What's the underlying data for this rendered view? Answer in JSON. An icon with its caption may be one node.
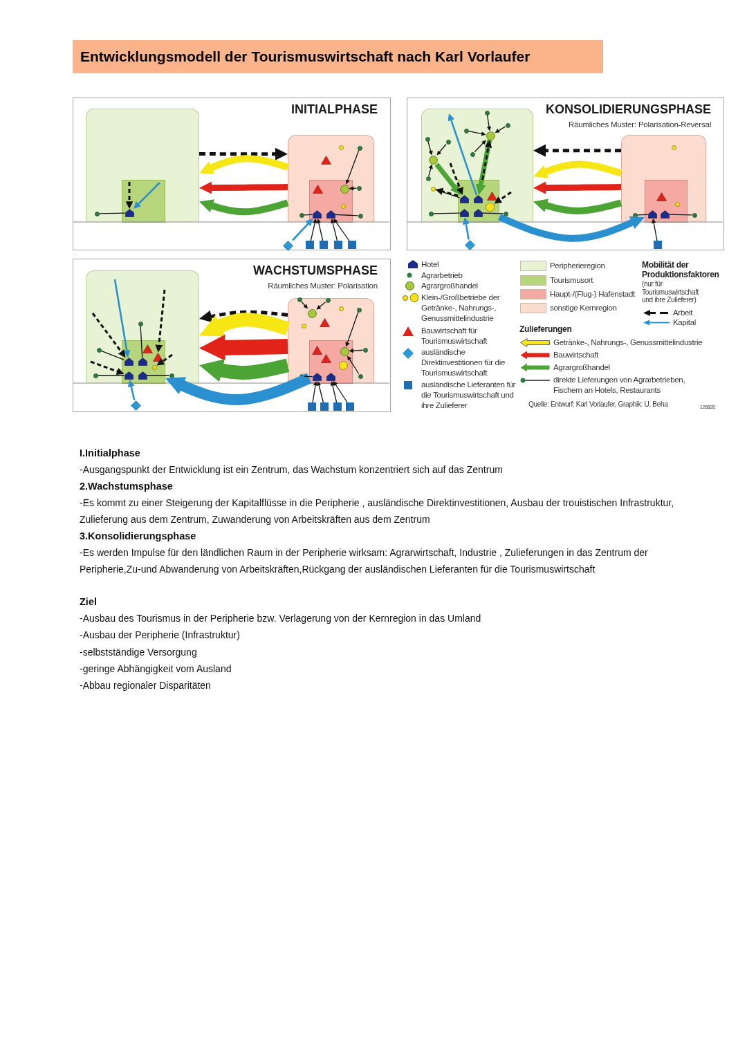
{
  "diagram": {
    "title": "Entwicklungsmodell der Tourismuswirtschaft nach Karl Vorlaufer",
    "nodes": [
      {
        "text": [
          "INITIALPHASE"
        ]
      },
      {
        "text": [],
        "shape": "box",
        "in": 0
      },
      {
        "text": [],
        "shape": "box",
        "in": 1
      },
      {
        "text": [],
        "shape": "box",
        "in": 0
      },
      {
        "text": [],
        "shape": "box",
        "in": 3
      },
      {
        "text": [
          "KONSOLIDIERUNGSPHASE",
          "Räumliches Muster: Polarisation-Reversal"
        ]
      },
      {
        "text": [],
        "shape": "box",
        "in": 5
      },
      {
        "text": [],
        "shape": "box",
        "in": 6
      },
      {
        "text": [],
        "shape": "box",
        "in": 5
      },
      {
        "text": [],
        "shape": "box",
        "in": 8
      },
      {
        "text": [
          "WACHSTUMSPHASE",
          "Räumliches Muster: Polarisation"
        ]
      },
      {
        "text": [],
        "shape": "box",
        "in": 10
      },
      {
        "text": [],
        "shape": "box",
        "in": 11
      },
      {
        "text": [],
        "shape": "box",
        "in": 10
      },
      {
        "text": [],
        "shape": "box",
        "in": 13
      },
      {
        "text": [],
        "shape": "house",
        "in": 2
      },
      {
        "text": [],
        "shape": "circle",
        "in": 1
      },
      {
        "text": [],
        "shape": "triangle",
        "in": 3
      },
      {
        "text": [],
        "shape": "circle",
        "in": 3
      },
      {
        "text": [],
        "shape": "circle",
        "in": 3
      },
      {
        "text": [],
        "shape": "circle",
        "in": 4
      },
      {
        "text": [],
        "shape": "circle",
        "in": 3
      },
      {
        "text": [],
        "shape": "triangle",
        "in": 4
      },
      {
        "text": [],
        "shape": "circle",
        "in": 4
      },
      {
        "text": [],
        "shape": "house",
        "in": 4
      },
      {
        "text": [],
        "shape": "house",
        "in": 4
      },
      {
        "text": [],
        "shape": "circle",
        "in": 3
      },
      {
        "text": [],
        "shape": "circle",
        "in": 3
      },
      {
        "text": [],
        "shape": "diamond",
        "in": 0
      },
      {
        "text": [],
        "shape": "square",
        "in": 0
      },
      {
        "text": [],
        "shape": "square",
        "in": 0
      },
      {
        "text": [],
        "shape": "square",
        "in": 0
      },
      {
        "text": [],
        "shape": "square",
        "in": 0
      },
      {
        "text": [],
        "shape": "house",
        "in": 7
      },
      {
        "text": [],
        "shape": "house",
        "in": 7
      },
      {
        "text": [],
        "shape": "house",
        "in": 7
      },
      {
        "text": [],
        "shape": "house",
        "in": 7
      },
      {
        "text": [],
        "shape": "triangle",
        "in": 7
      },
      {
        "text": [],
        "shape": "circle",
        "in": 7
      },
      {
        "text": [],
        "shape": "circle",
        "in": 6
      },
      {
        "text": [],
        "shape": "circle",
        "in": 6
      },
      {
        "text": [],
        "shape": "circle",
        "in": 6
      },
      {
        "text": [],
        "shape": "circle",
        "in": 6
      },
      {
        "text": [],
        "shape": "circle",
        "in": 6
      },
      {
        "text": [],
        "shape": "circle",
        "in": 6
      },
      {
        "text": [],
        "shape": "circle",
        "in": 6
      },
      {
        "text": [],
        "shape": "circle",
        "in": 6
      },
      {
        "text": [],
        "shape": "circle",
        "in": 6
      },
      {
        "text": [],
        "shape": "circle",
        "in": 6
      },
      {
        "text": [],
        "shape": "circle",
        "in": 6
      },
      {
        "text": [],
        "shape": "circle",
        "in": 6
      },
      {
        "text": [],
        "shape": "diamond",
        "in": 5
      },
      {
        "text": [],
        "shape": "circle",
        "in": 8
      },
      {
        "text": [],
        "shape": "triangle",
        "in": 9
      },
      {
        "text": [],
        "shape": "circle",
        "in": 9
      },
      {
        "text": [],
        "shape": "house",
        "in": 9
      },
      {
        "text": [],
        "shape": "house",
        "in": 9
      },
      {
        "text": [],
        "shape": "circle",
        "in": 8
      },
      {
        "text": [],
        "shape": "circle",
        "in": 8
      },
      {
        "text": [],
        "shape": "square",
        "in": 5
      },
      {
        "text": [],
        "shape": "house",
        "in": 12
      },
      {
        "text": [],
        "shape": "house",
        "in": 12
      },
      {
        "text": [],
        "shape": "house",
        "in": 12
      },
      {
        "text": [],
        "shape": "house",
        "in": 12
      },
      {
        "text": [],
        "shape": "triangle",
        "in": 12
      },
      {
        "text": [],
        "shape": "triangle",
        "in": 12
      },
      {
        "text": [],
        "shape": "circle",
        "in": 12
      },
      {
        "text": [],
        "shape": "circle",
        "in": 11
      },
      {
        "text": [],
        "shape": "circle",
        "in": 11
      },
      {
        "text": [],
        "shape": "circle",
        "in": 11
      },
      {
        "text": [],
        "shape": "circle",
        "in": 11
      },
      {
        "text": [],
        "shape": "diamond",
        "in": 10
      },
      {
        "text": [],
        "shape": "circle",
        "in": 13
      },
      {
        "text": [],
        "shape": "circle",
        "in": 13
      },
      {
        "text": [],
        "shape": "circle",
        "in": 13
      },
      {
        "text": [],
        "shape": "circle",
        "in": 13
      },
      {
        "text": [],
        "shape": "triangle",
        "in": 13
      },
      {
        "text": [],
        "shape": "circle",
        "in": 13
      },
      {
        "text": [],
        "shape": "triangle",
        "in": 14
      },
      {
        "text": [],
        "shape": "triangle",
        "in": 14
      },
      {
        "text": [],
        "shape": "circle",
        "in": 14
      },
      {
        "text": [],
        "shape": "circle",
        "in": 13
      },
      {
        "text": [],
        "shape": "circle",
        "in": 13
      },
      {
        "text": [],
        "shape": "circle",
        "in": 13
      },
      {
        "text": [],
        "shape": "circle",
        "in": 14
      },
      {
        "text": [],
        "shape": "house",
        "in": 14
      },
      {
        "text": [],
        "shape": "house",
        "in": 14
      },
      {
        "text": [],
        "shape": "circle",
        "in": 13
      },
      {
        "text": [],
        "shape": "square",
        "in": 10
      },
      {
        "text": [],
        "shape": "square",
        "in": 10
      },
      {
        "text": [],
        "shape": "square",
        "in": 10
      },
      {
        "text": [],
        "shape": "square",
        "in": 10
      }
    ],
    "edges": [
      {
        "from": 1,
        "to": 3,
        "arrow": "to",
        "style": "dashed"
      },
      {
        "from": 3,
        "to": 1,
        "arrow": "to",
        "style": "thick",
        "color": "#f5e614"
      },
      {
        "from": 3,
        "to": 1,
        "arrow": "to",
        "style": "thick",
        "color": "#e2231a"
      },
      {
        "from": 3,
        "to": 1,
        "arrow": "to",
        "style": "thick",
        "color": "#4ba433"
      },
      {
        "from": 8,
        "to": 6,
        "arrow": "to",
        "style": "dashed"
      },
      {
        "from": 8,
        "to": 6,
        "arrow": "to",
        "style": "thick",
        "color": "#f5e614"
      },
      {
        "from": 8,
        "to": 6,
        "arrow": "to",
        "style": "thick",
        "color": "#e2231a"
      },
      {
        "from": 8,
        "to": 6,
        "arrow": "to",
        "style": "thick",
        "color": "#4ba433"
      },
      {
        "from": 7,
        "to": 9,
        "arrow": "to",
        "style": "thick",
        "color": "#2b90cf"
      },
      {
        "from": 13,
        "to": 11,
        "arrow": "to",
        "style": "dashed"
      },
      {
        "from": 13,
        "to": 11,
        "arrow": "to",
        "style": "thick",
        "color": "#f5e614"
      },
      {
        "from": 13,
        "to": 11,
        "arrow": "to",
        "style": "thick",
        "color": "#e2231a"
      },
      {
        "from": 13,
        "to": 11,
        "arrow": "to",
        "style": "thick",
        "color": "#4ba433"
      },
      {
        "from": 14,
        "to": 12,
        "arrow": "to",
        "style": "thick",
        "color": "#2b90cf"
      },
      {
        "from": 16,
        "to": 15,
        "arrow": "none"
      },
      {
        "from": null,
        "to": 15,
        "arrow": "to",
        "style": "dashed"
      },
      {
        "from": null,
        "to": 15,
        "arrow": "to",
        "color": "#2b90cf"
      },
      {
        "from": 19,
        "to": 20,
        "arrow": "to"
      },
      {
        "from": 21,
        "to": 20,
        "arrow": "to"
      },
      {
        "from": 26,
        "to": 24,
        "arrow": "none"
      },
      {
        "from": 25,
        "to": 27,
        "arrow": "none"
      },
      {
        "from": 28,
        "to": 24,
        "arrow": "to",
        "color": "#2b90cf"
      },
      {
        "from": 29,
        "to": 24,
        "arrow": "to"
      },
      {
        "from": 30,
        "to": 24,
        "arrow": "to"
      },
      {
        "from": 31,
        "to": 25,
        "arrow": "to"
      },
      {
        "from": 32,
        "to": 25,
        "arrow": "to"
      },
      {
        "from": 42,
        "to": 33,
        "arrow": "to",
        "style": "thick",
        "color": "#4ba433"
      },
      {
        "from": 46,
        "to": 34,
        "arrow": "to",
        "style": "thick",
        "color": "#4ba433"
      },
      {
        "from": 34,
        "to": null,
        "arrow": "to",
        "color": "#2b90cf"
      },
      {
        "from": null,
        "to": 33,
        "arrow": "to",
        "style": "dashed"
      },
      {
        "from": 7,
        "to": 46,
        "arrow": "to",
        "style": "dashed"
      },
      {
        "from": 7,
        "to": 39,
        "arrow": "to",
        "style": "dashed"
      },
      {
        "from": null,
        "to": 38,
        "arrow": "to",
        "style": "dashed"
      },
      {
        "from": 43,
        "to": 42,
        "arrow": "to"
      },
      {
        "from": 44,
        "to": 42,
        "arrow": "to"
      },
      {
        "from": 45,
        "to": 42,
        "arrow": "to"
      },
      {
        "from": 47,
        "to": 46,
        "arrow": "to"
      },
      {
        "from": 48,
        "to": 46,
        "arrow": "to"
      },
      {
        "from": 49,
        "to": 46,
        "arrow": "to"
      },
      {
        "from": 50,
        "to": 46,
        "arrow": "to"
      },
      {
        "from": 39,
        "to": 33,
        "arrow": "none"
      },
      {
        "from": 40,
        "to": 35,
        "arrow": "none"
      },
      {
        "from": 36,
        "to": 41,
        "arrow": "none"
      },
      {
        "from": 51,
        "to": 35,
        "arrow": "to",
        "color": "#2b90cf"
      },
      {
        "from": 57,
        "to": 55,
        "arrow": "none"
      },
      {
        "from": 56,
        "to": 58,
        "arrow": "none"
      },
      {
        "from": 59,
        "to": 55,
        "arrow": "to"
      },
      {
        "from": null,
        "to": 60,
        "arrow": "to",
        "color": "#2b90cf"
      },
      {
        "from": null,
        "to": 60,
        "arrow": "to",
        "style": "dashed"
      },
      {
        "from": null,
        "to": 62,
        "arrow": "to",
        "style": "dashed"
      },
      {
        "from": null,
        "to": 65,
        "arrow": "to",
        "style": "dashed"
      },
      {
        "from": null,
        "to": 66,
        "arrow": "to",
        "style": "dashed"
      },
      {
        "from": 67,
        "to": 61,
        "arrow": "none"
      },
      {
        "from": 68,
        "to": 60,
        "arrow": "none"
      },
      {
        "from": 69,
        "to": 62,
        "arrow": "none"
      },
      {
        "from": 63,
        "to": 70,
        "arrow": "none"
      },
      {
        "from": 71,
        "to": 62,
        "arrow": "to",
        "color": "#2b90cf"
      },
      {
        "from": 72,
        "to": 74,
        "arrow": "to"
      },
      {
        "from": 73,
        "to": 74,
        "arrow": "to"
      },
      {
        "from": 81,
        "to": 80,
        "arrow": "to"
      },
      {
        "from": 82,
        "to": 80,
        "arrow": "to"
      },
      {
        "from": 83,
        "to": 80,
        "arrow": "to"
      },
      {
        "from": 87,
        "to": 85,
        "arrow": "none"
      },
      {
        "from": 88,
        "to": 85,
        "arrow": "to"
      },
      {
        "from": 89,
        "to": 85,
        "arrow": "to"
      },
      {
        "from": 90,
        "to": 86,
        "arrow": "to"
      },
      {
        "from": 91,
        "to": 86,
        "arrow": "to"
      }
    ],
    "labels": [
      "Zulieferungen",
      "Mobilität der Produktionsfaktoren",
      "(nur für Tourismuswirtschaft und ihre Zulieferer)",
      "Quelle: Entwurf: Karl Vorlaufer, Graphik: U. Beha",
      "12682E",
      "I.Initialphase",
      "-Ausgangspunkt der Entwicklung ist ein Zentrum, das Wachstum konzentriert sich auf das Zentrum",
      "2.Wachstumsphase",
      "-Es kommt zu einer Steigerung der Kapitalflüsse in die Peripherie , ausländische Direktinvestitionen, Ausbau der trouistischen Infrastruktur, Zulieferung aus dem Zentrum, Zuwanderung von Arbeitskräften aus dem Zentrum",
      "3.Konsolidierungsphase",
      "-Es werden Impulse für den ländlichen Raum in der Peripherie wirksam: Agrarwirtschaft, Industrie , Zulieferungen in das Zentrum der Peripherie,Zu-und Abwanderung von Arbeitskräften,Rückgang der ausländischen Lieferanten für die Tourismuswirtschaft",
      "Ziel",
      "-Ausbau des Tourismus in der Peripherie bzw. Verlagerung von der Kernregion in das Umland",
      "-Ausbau der Peripherie (Infrastruktur)",
      "-selbstständige Versorgung",
      "-geringe Abhängigkeit vom Ausland",
      "-Abbau regionaler Disparitäten"
    ],
    "legend": [
      {
        "text": "Hotel"
      },
      {
        "text": "Agrarbetrieb"
      },
      {
        "text": "Agrargroßhandel"
      },
      {
        "text": "Klein-/Großbetriebe der Getränke-, Nahrungs-, Genussmittelindustrie"
      },
      {
        "text": "Bauwirtschaft für Tourismuswirtschaft"
      },
      {
        "text": "ausländische Direktinvestitionen für die Tourismuswirtschaft"
      },
      {
        "text": "ausländische Lieferanten für die Tourismuswirtschaft und ihre Zulieferer"
      },
      {
        "text": "Peripherieregion",
        "color": "#e8f3d6"
      },
      {
        "text": "Tourismusort",
        "color": "#b7d67c"
      },
      {
        "text": "Haupt-/(Flug-) Hafenstadt",
        "color": "#f4aaa2"
      },
      {
        "text": "sonstige Kernregion",
        "color": "#fcdccf"
      },
      {
        "text": "Getränke-, Nahrungs-, Genussmittelindustrie"
      },
      {
        "text": "Bauwirtschaft"
      },
      {
        "text": "Agrargroßhandel"
      },
      {
        "text": "direkte Lieferungen von Agrarbetrieben, Fischern an Hotels, Restaurants"
      },
      {
        "text": "Arbeit"
      },
      {
        "text": "Kapital"
      }
    ]
  }
}
